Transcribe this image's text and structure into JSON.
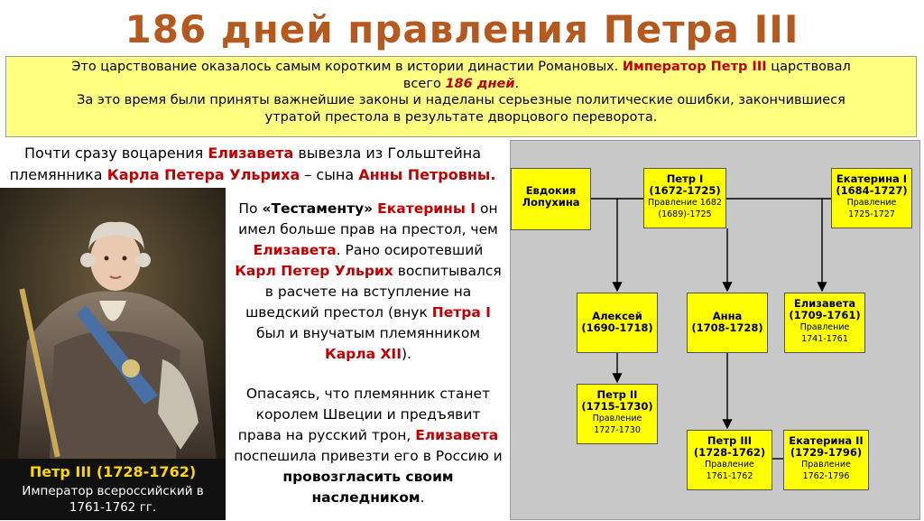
{
  "title": "186 дней правления Петра III",
  "intro": {
    "line1_a": "Это царствование оказалось самым коротким в истории династии Романовых. ",
    "line1_b": "Император Петр III",
    "line1_c": " царствовал",
    "line2_a": "всего ",
    "line2_b": "186 дней",
    "line2_c": ".",
    "line3": "За это время были приняты важнейшие законы и наделаны серьезные политические ошибки, закончившиеся",
    "line4": "утратой престола в результате дворцового переворота."
  },
  "lead": {
    "a": "Почти сразу воцарения ",
    "b": "Елизавета",
    "c": " вывезла из Гольштейна",
    "d": "племянника ",
    "e": "Карла Петера Ульриха",
    "f": " – сына ",
    "g": "Анны Петровны."
  },
  "caption": {
    "name": "Петр III (1728-1762)",
    "line1": "Император всероссийский в",
    "line2": "1761-1762 гг."
  },
  "story": {
    "p1_a": "По ",
    "p1_b": "«Тестаменту»",
    "p1_c": " ",
    "p1_d": "Екатерины I",
    "p1_e": " он имел больше прав на престол, чем ",
    "p1_f": "Елизавета",
    "p1_g": ". Рано осиротевший ",
    "p1_h": "Карл Петер Ульрих",
    "p1_i": " воспитывался в расчете на вступление на шведский престол (внук ",
    "p1_j": "Петра I",
    "p1_k": " был и внучатым племянником ",
    "p1_l": "Карла XII",
    "p1_m": ").",
    "p2_a": "Опасаясь, что племянник станет королем Швеции и предъявит права на русский трон, ",
    "p2_b": "Елизавета",
    "p2_c": " поспешила привезти его в Россию и ",
    "p2_d": "провозгласить своим наследником",
    "p2_e": "."
  },
  "tree": {
    "evdokia": {
      "name": "Евдокия",
      "name2": "Лопухина"
    },
    "petr1": {
      "name": "Петр I",
      "dates": "(1672-1725)",
      "r1": "Правление 1682",
      "r2": "(1689)-1725"
    },
    "ekaterina1": {
      "name": "Екатерина I",
      "dates": "(1684-1727)",
      "r1": "Правление",
      "r2": "1725-1727"
    },
    "aleksey": {
      "name": "Алексей",
      "dates": "(1690-1718)"
    },
    "anna": {
      "name": "Анна",
      "dates": "(1708-1728)"
    },
    "elizaveta": {
      "name": "Елизавета",
      "dates": "(1709-1761)",
      "r1": "Правление",
      "r2": "1741-1761"
    },
    "petr2": {
      "name": "Петр II",
      "dates": "(1715-1730)",
      "r1": "Правление",
      "r2": "1727-1730"
    },
    "petr3": {
      "name": "Петр III",
      "dates": "(1728-1762)",
      "r1": "Правление",
      "r2": "1761-1762"
    },
    "ekaterina2": {
      "name": "Екатерина II",
      "dates": "(1729-1796)",
      "r1": "Правление",
      "r2": "1762-1796"
    }
  }
}
